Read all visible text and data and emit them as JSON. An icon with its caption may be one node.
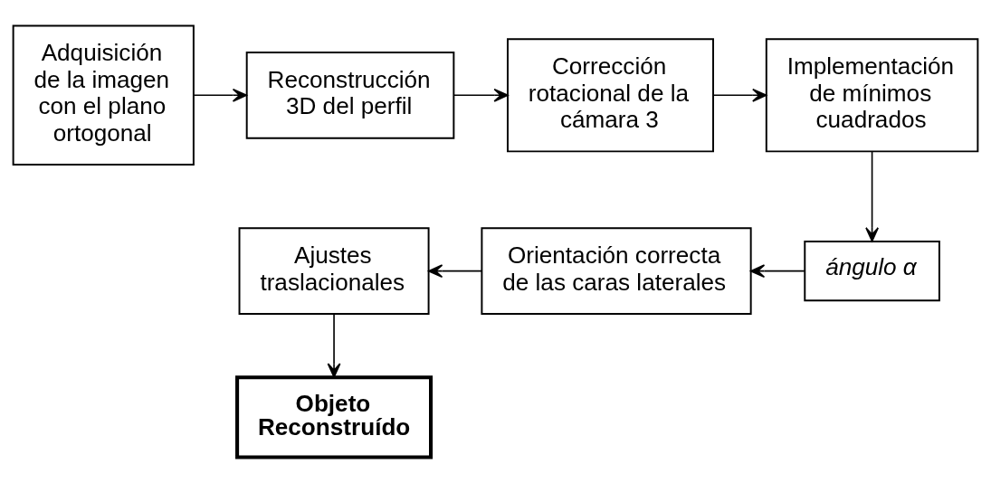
{
  "diagram": {
    "nodes": [
      {
        "text": [
          "Adquisición de la imagen con el plano ortogonal"
        ]
      },
      {
        "text": [
          "Reconstrucción 3D del perfil"
        ]
      },
      {
        "text": [
          "Corrección rotacional de la cámara 3"
        ]
      },
      {
        "text": [
          "Implementación de mínimos cuadrados"
        ]
      },
      {
        "text": [
          "ángulo α"
        ]
      },
      {
        "text": [
          "Orientación correcta de las caras laterales"
        ]
      },
      {
        "text": [
          "Ajustes traslacionales"
        ]
      },
      {
        "text": [
          "Objeto Reconstruído"
        ]
      }
    ],
    "edges": [
      {
        "from": 0,
        "to": 1,
        "arrow": "to"
      },
      {
        "from": 1,
        "to": 2,
        "arrow": "to"
      },
      {
        "from": 2,
        "to": 3,
        "arrow": "to"
      },
      {
        "from": 3,
        "to": 4,
        "arrow": "to"
      },
      {
        "from": 4,
        "to": 5,
        "arrow": "to"
      },
      {
        "from": 5,
        "to": 6,
        "arrow": "to"
      },
      {
        "from": 6,
        "to": 7,
        "arrow": "to"
      }
    ]
  }
}
